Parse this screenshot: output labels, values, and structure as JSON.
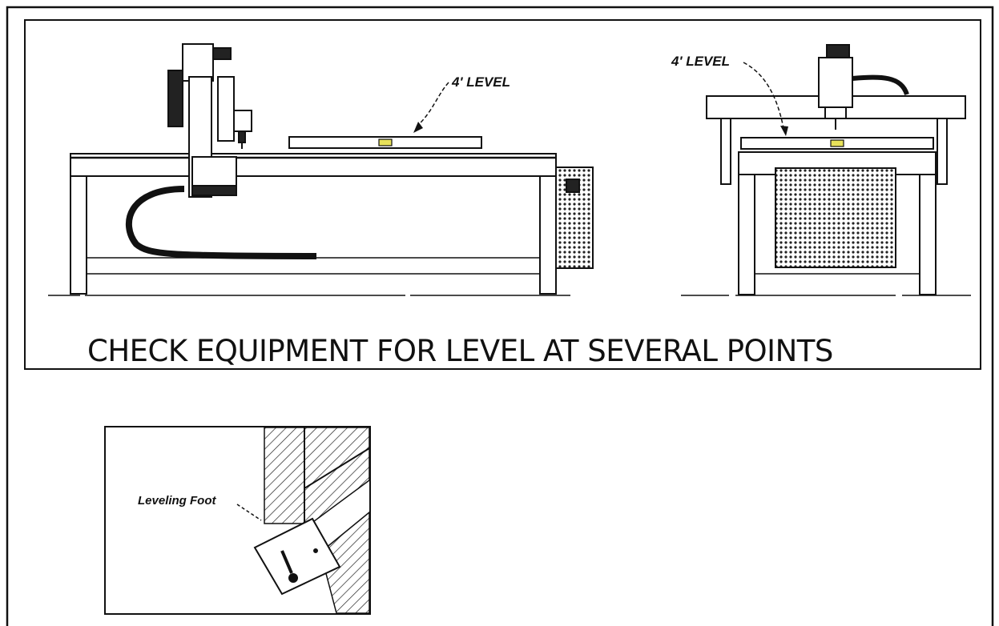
{
  "side_view": {
    "level_label": "4' LEVEL"
  },
  "end_view": {
    "level_label": "4' LEVEL"
  },
  "caption": "CHECK EQUIPMENT FOR LEVEL AT SEVERAL POINTS",
  "detail": {
    "foot_label": "Leveling Foot"
  },
  "colors": {
    "line": "#111111",
    "level_vial": "#e8e25a",
    "background": "#ffffff"
  }
}
